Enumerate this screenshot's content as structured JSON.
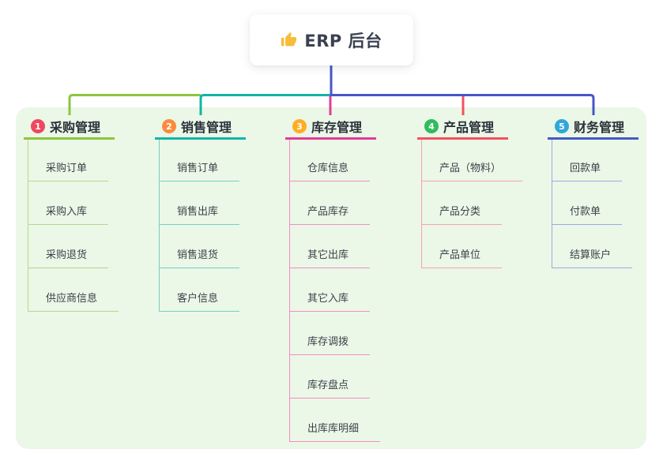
{
  "root": {
    "label": "ERP 后台",
    "icon": "thumbs-up",
    "icon_color": "#f6bd3a",
    "connector_color": "#4557c9"
  },
  "panel": {
    "bg_color": "#ebf7e7"
  },
  "branches": [
    {
      "badge": "1",
      "label": "采购管理",
      "badge_color": "#f0485f",
      "line_color": "#8cc63f",
      "child_line_color": "#b2da89",
      "children": [
        "采购订单",
        "采购入库",
        "采购退货",
        "供应商信息"
      ]
    },
    {
      "badge": "2",
      "label": "销售管理",
      "badge_color": "#fa8c3e",
      "line_color": "#13b5a6",
      "child_line_color": "#79cfc5",
      "children": [
        "销售订单",
        "销售出库",
        "销售退货",
        "客户信息"
      ]
    },
    {
      "badge": "3",
      "label": "库存管理",
      "badge_color": "#ffad22",
      "line_color": "#e23c96",
      "child_line_color": "#f18fc3",
      "children": [
        "仓库信息",
        "产品库存",
        "其它出库",
        "其它入库",
        "库存调拨",
        "库存盘点",
        "出库库明细"
      ]
    },
    {
      "badge": "4",
      "label": "产品管理",
      "badge_color": "#2ebd5d",
      "line_color": "#f4515f",
      "child_line_color": "#f9a2aa",
      "children": [
        "产品（物料）",
        "产品分类",
        "产品单位"
      ]
    },
    {
      "badge": "5",
      "label": "财务管理",
      "badge_color": "#2fa7db",
      "line_color": "#4459c6",
      "child_line_color": "#98abe2",
      "children": [
        "回款单",
        "付款单",
        "结算账户"
      ]
    }
  ]
}
